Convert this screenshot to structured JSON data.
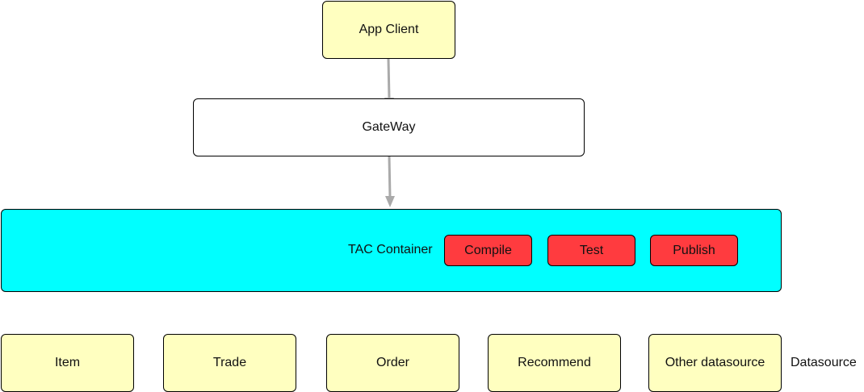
{
  "nodes": {
    "app_client": "App Client",
    "gateway": "GateWay",
    "tac_container": "TAC Container"
  },
  "actions": {
    "compile": "Compile",
    "test": "Test",
    "publish": "Publish"
  },
  "datasources": {
    "label": "Datasource",
    "items": [
      "Item",
      "Trade",
      "Order",
      "Recommend",
      "Other datasource"
    ]
  },
  "colors": {
    "client_box": "#ffffc0",
    "gateway_box": "#ffffff",
    "container_box": "#00ffff",
    "action_button": "#ff3b3f",
    "datasource_box": "#ffffc0",
    "arrow": "#aaaaaa"
  }
}
